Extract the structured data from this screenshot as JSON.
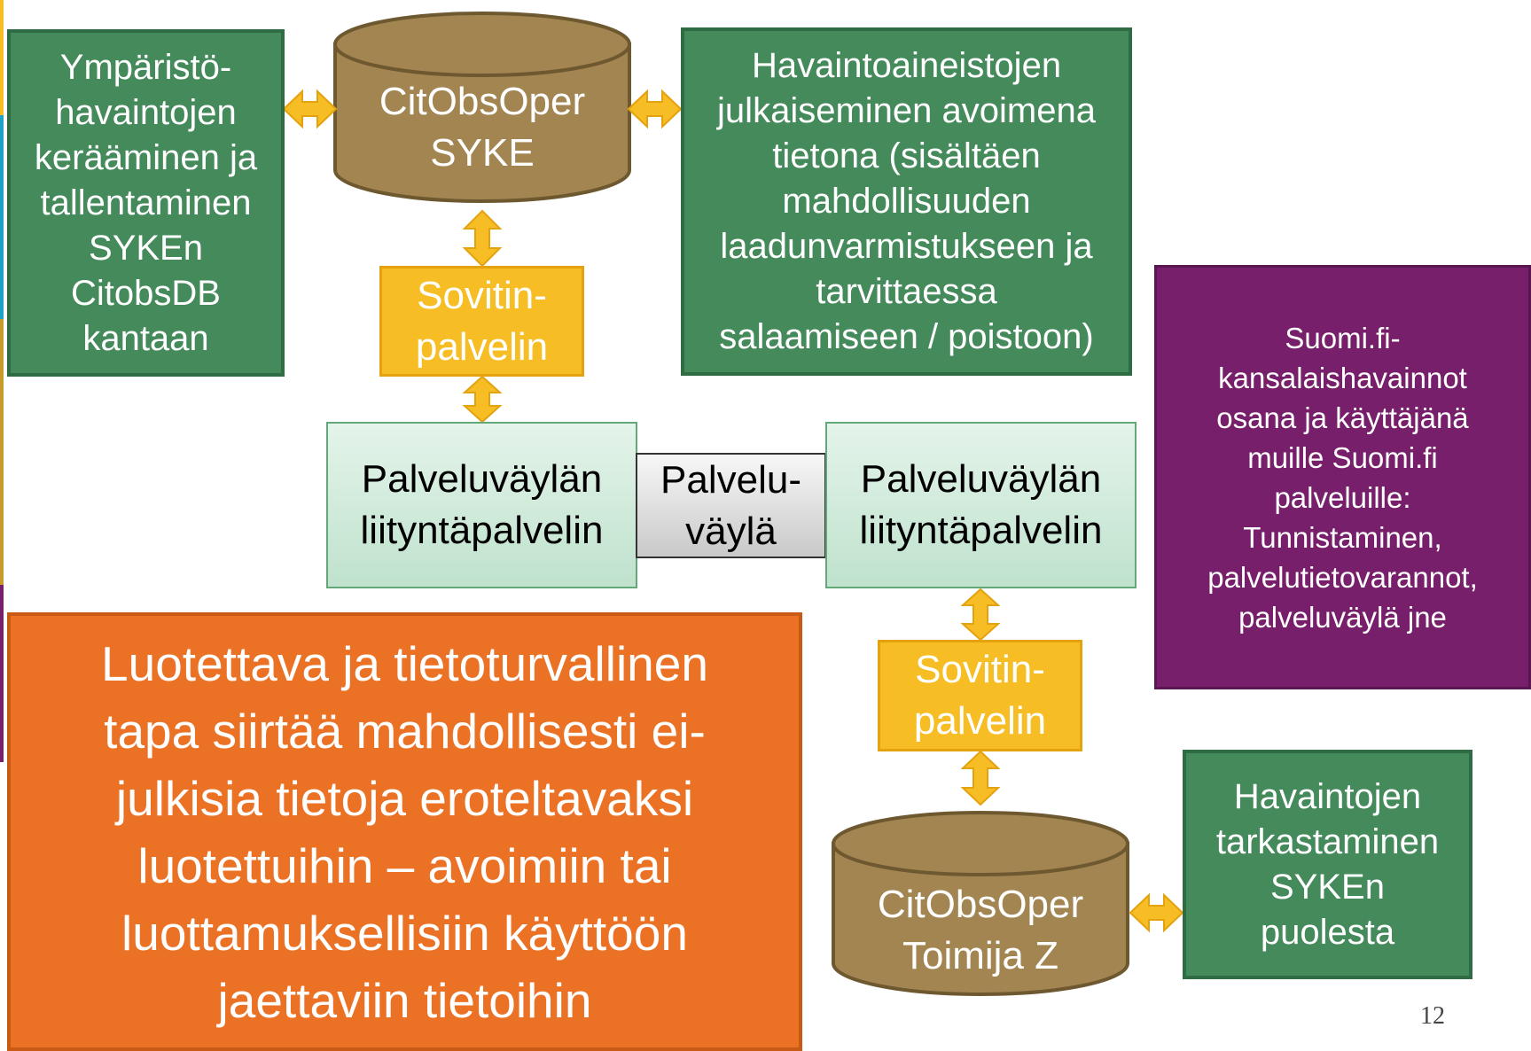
{
  "boxes": {
    "collect": "Ympäristö-\nhavaintojen\nkerääminen ja\ntallentaminen\nSYKEn\nCitobsDB\nkantaan",
    "publish": "Havaintoaineistojen\njulkaiseminen avoimena\ntietona (sisältäen\nmahdollisuuden\nlaadunvarmistukseen ja\ntarvittaessa\nsalaamiseen / poistoon)",
    "adapter_top": "Sovitin-\npalvelin",
    "adapter_bottom": "Sovitin-\npalvelin",
    "bus_interface_left": "Palveluväylän\nliityntäpalvelin",
    "bus": "Palvelu-\nväylä",
    "bus_interface_right": "Palveluväylän\nliityntäpalvelin",
    "suomifi": "Suomi.fi-\nkansalaishavainnot\nosana ja käyttäjänä\nmuille Suomi.fi\npalveluille:\nTunnistaminen,\npalvelutietovarannot,\npalveluväylä jne",
    "trusted_transfer": "Luotettava ja tietoturvallinen\ntapa siirtää mahdollisesti ei-\njulkisia tietoja eroteltavaksi\nluotettuihin – avoimiin tai\nluottamuksellisiin käyttöön\njaettaviin tietoihin",
    "check": "Havaintojen\ntarkastaminen\nSYKEn\npuolesta"
  },
  "databases": {
    "syke": "CitObsOper\nSYKE",
    "operator": "CitObsOper\nToimija Z"
  },
  "page_number": "12",
  "colors": {
    "green": "#448a5b",
    "yellow": "#f6bd25",
    "mint": "#d4ecdd",
    "purple": "#781f6b",
    "orange": "#eb7125",
    "cylinder": "#a38552",
    "arrow": "#f6bd25"
  }
}
